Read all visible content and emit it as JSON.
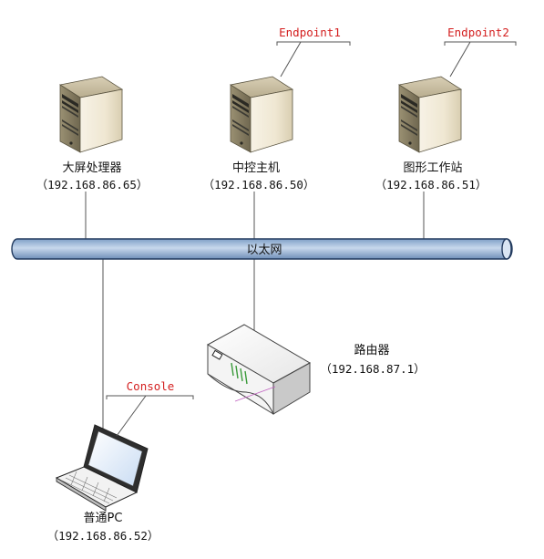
{
  "colors": {
    "line": "#555555",
    "callout_text": "#d42020",
    "bus_fill": "#a9c2de",
    "bus_stroke": "#223a5e"
  },
  "network": {
    "bus_label": "以太网"
  },
  "nodes": {
    "display_processor": {
      "name": "大屏处理器",
      "ip": "（192.168.86.65）",
      "icon": "server-icon"
    },
    "control_host": {
      "name": "中控主机",
      "ip": "（192.168.86.50）",
      "icon": "server-icon",
      "callout": "Endpoint1"
    },
    "graphics_workstation": {
      "name": "图形工作站",
      "ip": "（192.168.86.51）",
      "icon": "server-icon",
      "callout": "Endpoint2"
    },
    "router": {
      "name": "路由器",
      "ip": "（192.168.87.1）",
      "icon": "router-icon"
    },
    "pc": {
      "name": "普通PC",
      "ip": "（192.168.86.52）",
      "icon": "laptop-icon",
      "callout": "Console"
    }
  }
}
